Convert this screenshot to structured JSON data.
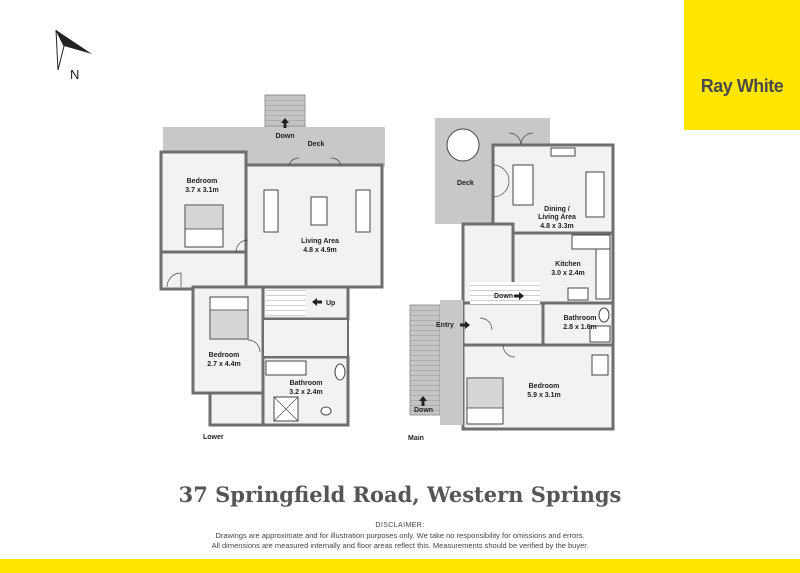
{
  "brand": {
    "name": "Ray White",
    "color": "#ffe600"
  },
  "address": "37 Springfield Road, Western Springs",
  "disclaimer": {
    "heading": "DISCLAIMER:",
    "line1": "Drawings are approximate and for illustration purposes only. We take no responsibility for omissions and errors.",
    "line2": "All dimensions are measured internally and floor areas reflect this. Measurements should be verified by the buyer."
  },
  "compass": {
    "label": "N"
  },
  "levels": {
    "lower": "Lower",
    "main": "Main"
  },
  "lower_floor": {
    "stairs_down": "Down",
    "deck": "Deck",
    "bedroom1_name": "Bedroom",
    "bedroom1_size": "3.7 x 3.1m",
    "living_name": "Living Area",
    "living_size": "4.8 x 4.9m",
    "stairs_up": "Up",
    "bedroom2_name": "Bedroom",
    "bedroom2_size": "2.7 x 4.4m",
    "bathroom_name": "Bathroom",
    "bathroom_size": "3.2 x 2.4m"
  },
  "main_floor": {
    "deck": "Deck",
    "dining_name": "Dining /",
    "dining_name2": "Living Area",
    "dining_size": "4.8 x 3.3m",
    "kitchen_name": "Kitchen",
    "kitchen_size": "3.0 x 2.4m",
    "stairs_down_inner": "Down",
    "bathroom_name": "Bathroom",
    "bathroom_size": "2.8 x 1.6m",
    "entry": "Entry",
    "bedroom_name": "Bedroom",
    "bedroom_size": "5.9 x 3.1m",
    "stairs_down_outer": "Down"
  },
  "colors": {
    "wall": "#6e6e6e",
    "floor": "#f2f2f2",
    "deck": "#c8c8c8",
    "stairs": "#bdbdbd"
  }
}
